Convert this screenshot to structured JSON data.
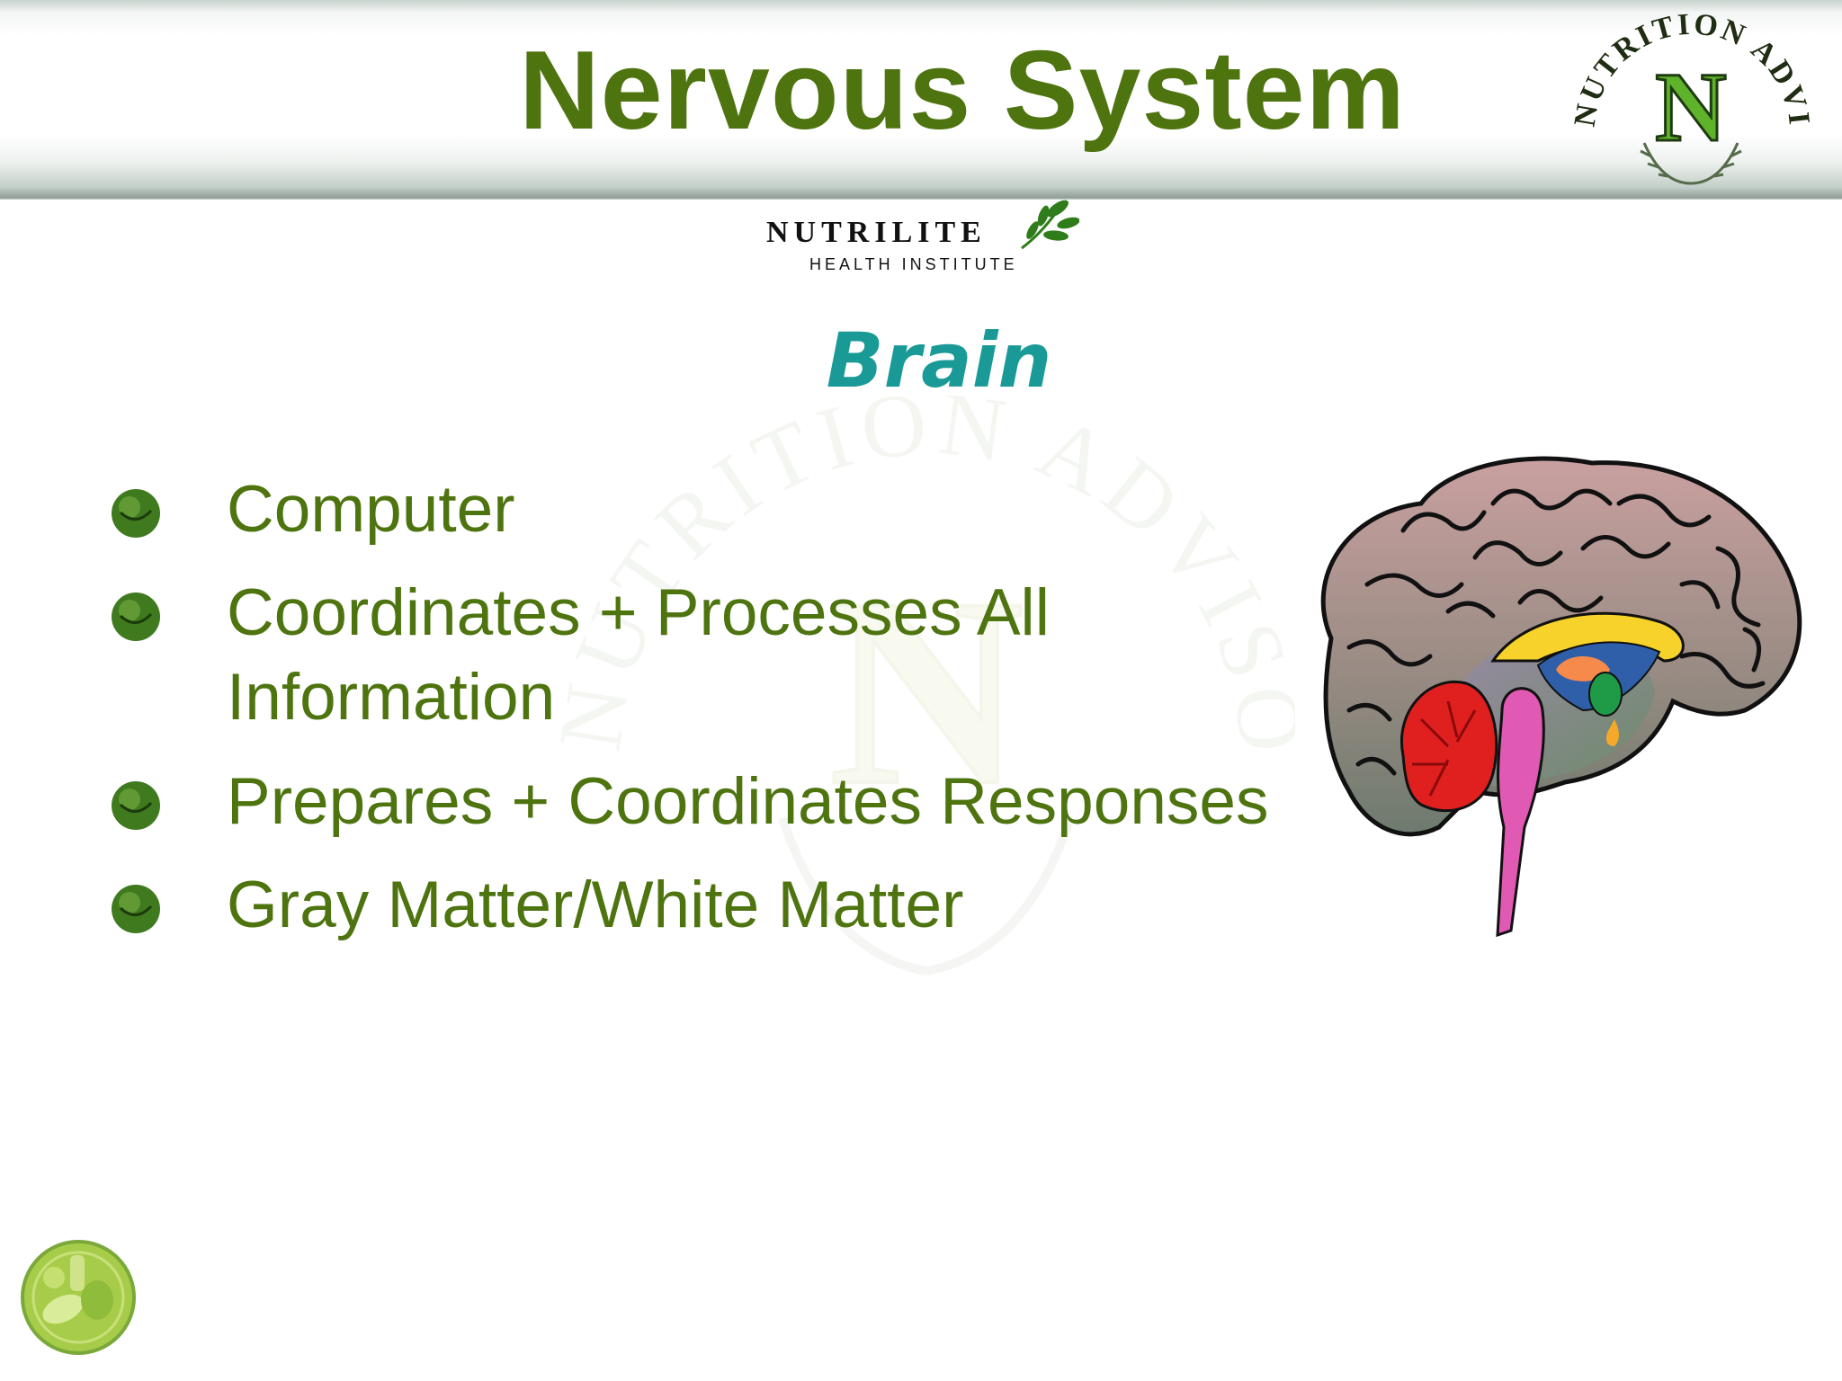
{
  "slide": {
    "title": "Nervous System",
    "seal_logo": {
      "text": "NUTRITION ADVISOR",
      "letter": "N",
      "icon": "nutrition-advisor-seal-icon",
      "color": "#4e9a1a"
    },
    "brand": {
      "name": "NUTRILITE",
      "tagline": "HEALTH INSTITUTE",
      "icon": "leaf-icon",
      "color": "#2e7d1a"
    },
    "subtitle": "Brain",
    "bullets": [
      {
        "lines": [
          "Computer"
        ]
      },
      {
        "lines": [
          "Coordinates + Processes All",
          "Information"
        ]
      },
      {
        "lines": [
          "Prepares + Coordinates Responses"
        ]
      },
      {
        "lines": [
          "Gray Matter/White Matter"
        ]
      }
    ],
    "illustration": {
      "icon": "brain-icon"
    },
    "corner_logo": {
      "icon": "produce-globe-icon"
    },
    "colors": {
      "title": "#4e7410",
      "subtitle": "#1a9a96",
      "bullet_text": "#4e7410",
      "bullet_dot": "#3f7a1e"
    }
  }
}
